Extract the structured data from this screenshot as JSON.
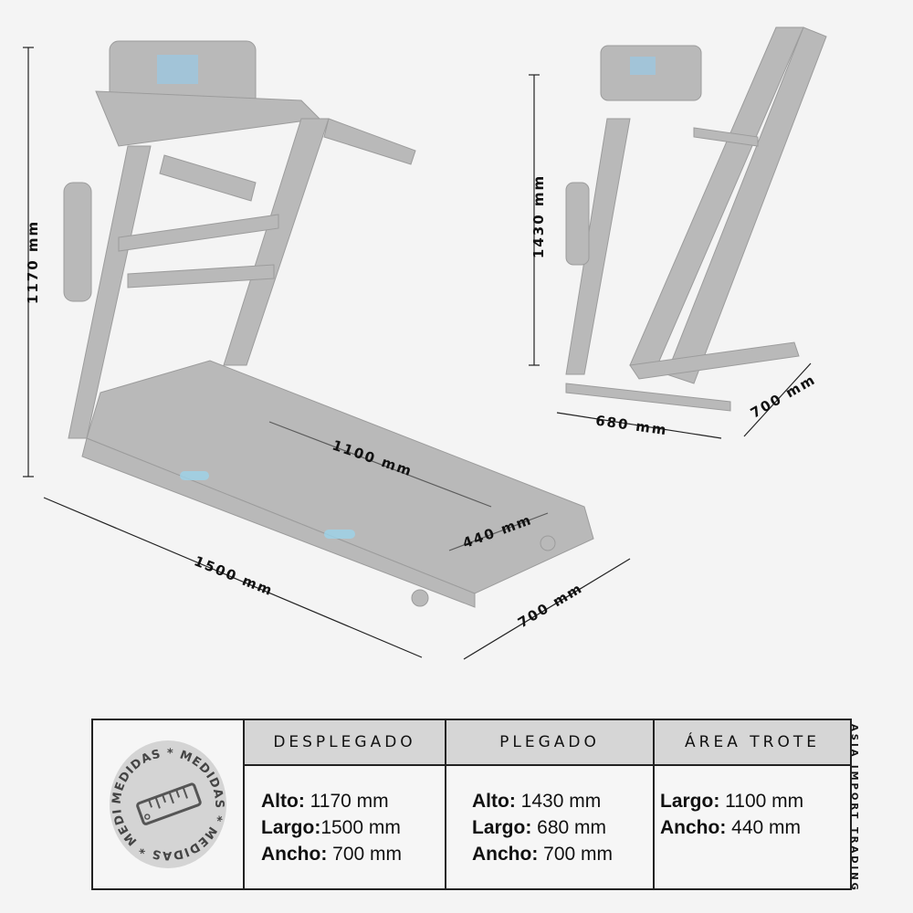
{
  "dimensions": {
    "unfolded_height": "1170 mm",
    "unfolded_length": "1500 mm",
    "unfolded_width": "700 mm",
    "belt_length": "1100 mm",
    "belt_width": "440 mm",
    "folded_height": "1430 mm",
    "folded_length": "680 mm",
    "folded_width": "700 mm"
  },
  "badge": {
    "text": "MEDIDAS * MEDIDAS * MEDIDAS * MEDIDAS *",
    "icon": "ruler-icon"
  },
  "table": {
    "headers": [
      "DESPLEGADO",
      "PLEGADO",
      "ÁREA TROTE"
    ],
    "columns": [
      [
        {
          "label": "Alto:",
          "value": " 1170 mm"
        },
        {
          "label": "Largo:",
          "value": "1500 mm"
        },
        {
          "label": "Ancho:",
          "value": " 700 mm"
        }
      ],
      [
        {
          "label": "Alto:",
          "value": " 1430 mm"
        },
        {
          "label": "Largo:",
          "value": " 680 mm"
        },
        {
          "label": "Ancho:",
          "value": " 700 mm"
        }
      ],
      [
        {
          "label": "Largo:",
          "value": " 1100 mm"
        },
        {
          "label": "Ancho:",
          "value": " 440 mm"
        }
      ]
    ]
  },
  "brand": "ASIA IMPORT TRADING"
}
